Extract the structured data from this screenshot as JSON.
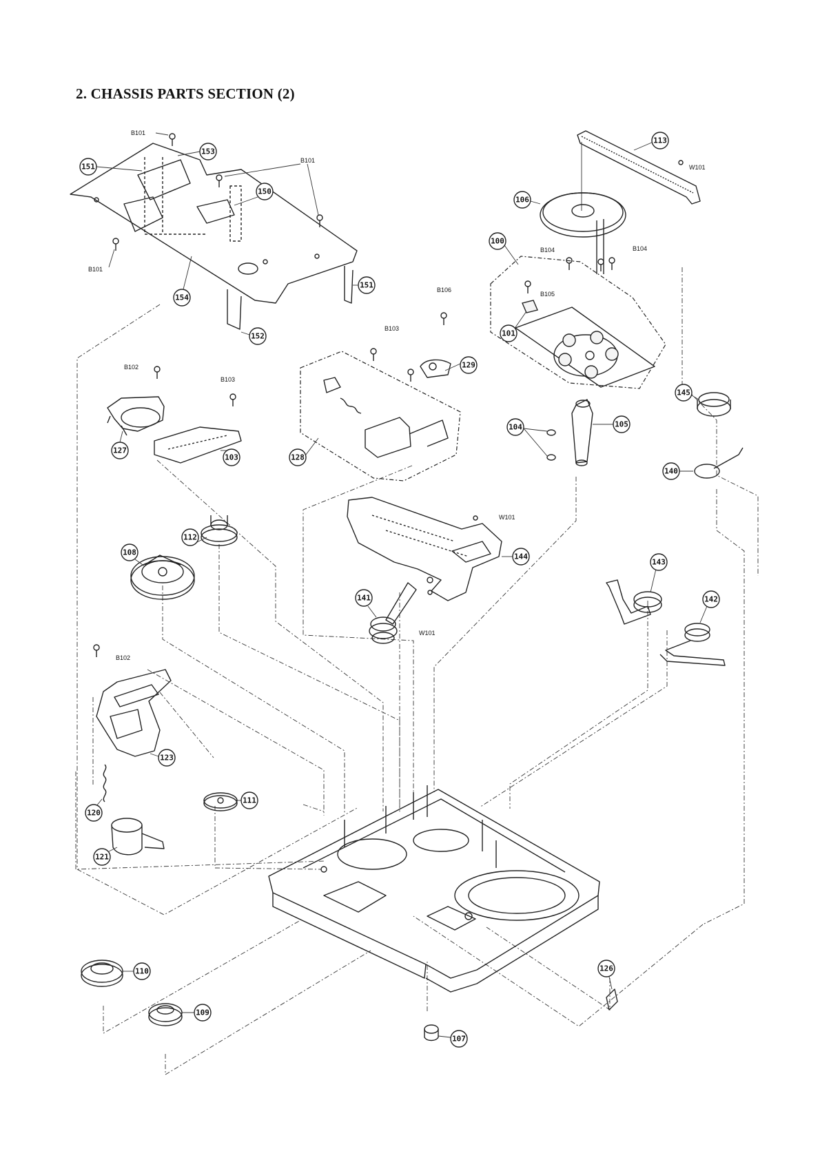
{
  "title": "2. CHASSIS PARTS SECTION (2)",
  "callouts": [
    {
      "id": "c153",
      "label": "153"
    },
    {
      "id": "c151a",
      "label": "151"
    },
    {
      "id": "c150",
      "label": "150"
    },
    {
      "id": "c151b",
      "label": "151"
    },
    {
      "id": "c154",
      "label": "154"
    },
    {
      "id": "c152",
      "label": "152"
    },
    {
      "id": "c113",
      "label": "113"
    },
    {
      "id": "c106",
      "label": "106"
    },
    {
      "id": "c100",
      "label": "100"
    },
    {
      "id": "c101",
      "label": "101"
    },
    {
      "id": "c129",
      "label": "129"
    },
    {
      "id": "c128",
      "label": "128"
    },
    {
      "id": "c127",
      "label": "127"
    },
    {
      "id": "c103",
      "label": "103"
    },
    {
      "id": "c145",
      "label": "145"
    },
    {
      "id": "c104",
      "label": "104"
    },
    {
      "id": "c105",
      "label": "105"
    },
    {
      "id": "c140",
      "label": "140"
    },
    {
      "id": "c144",
      "label": "144"
    },
    {
      "id": "c112",
      "label": "112"
    },
    {
      "id": "c108",
      "label": "108"
    },
    {
      "id": "c141",
      "label": "141"
    },
    {
      "id": "c143",
      "label": "143"
    },
    {
      "id": "c142",
      "label": "142"
    },
    {
      "id": "c123",
      "label": "123"
    },
    {
      "id": "c120",
      "label": "120"
    },
    {
      "id": "c121",
      "label": "121"
    },
    {
      "id": "c111",
      "label": "111"
    },
    {
      "id": "c110",
      "label": "110"
    },
    {
      "id": "c109",
      "label": "109"
    },
    {
      "id": "c107",
      "label": "107"
    },
    {
      "id": "c126",
      "label": "126"
    }
  ],
  "screws": [
    {
      "id": "s1",
      "label": "B101"
    },
    {
      "id": "s2",
      "label": "B101"
    },
    {
      "id": "s3",
      "label": "B101"
    },
    {
      "id": "s4",
      "label": "W101"
    },
    {
      "id": "s5",
      "label": "B104"
    },
    {
      "id": "s6",
      "label": "B104"
    },
    {
      "id": "s7",
      "label": "B105"
    },
    {
      "id": "s8",
      "label": "B106"
    },
    {
      "id": "s9",
      "label": "B103"
    },
    {
      "id": "s10",
      "label": "B102"
    },
    {
      "id": "s11",
      "label": "B103"
    },
    {
      "id": "s12",
      "label": "W101"
    },
    {
      "id": "s13",
      "label": "W101"
    },
    {
      "id": "s14",
      "label": "B102"
    }
  ]
}
